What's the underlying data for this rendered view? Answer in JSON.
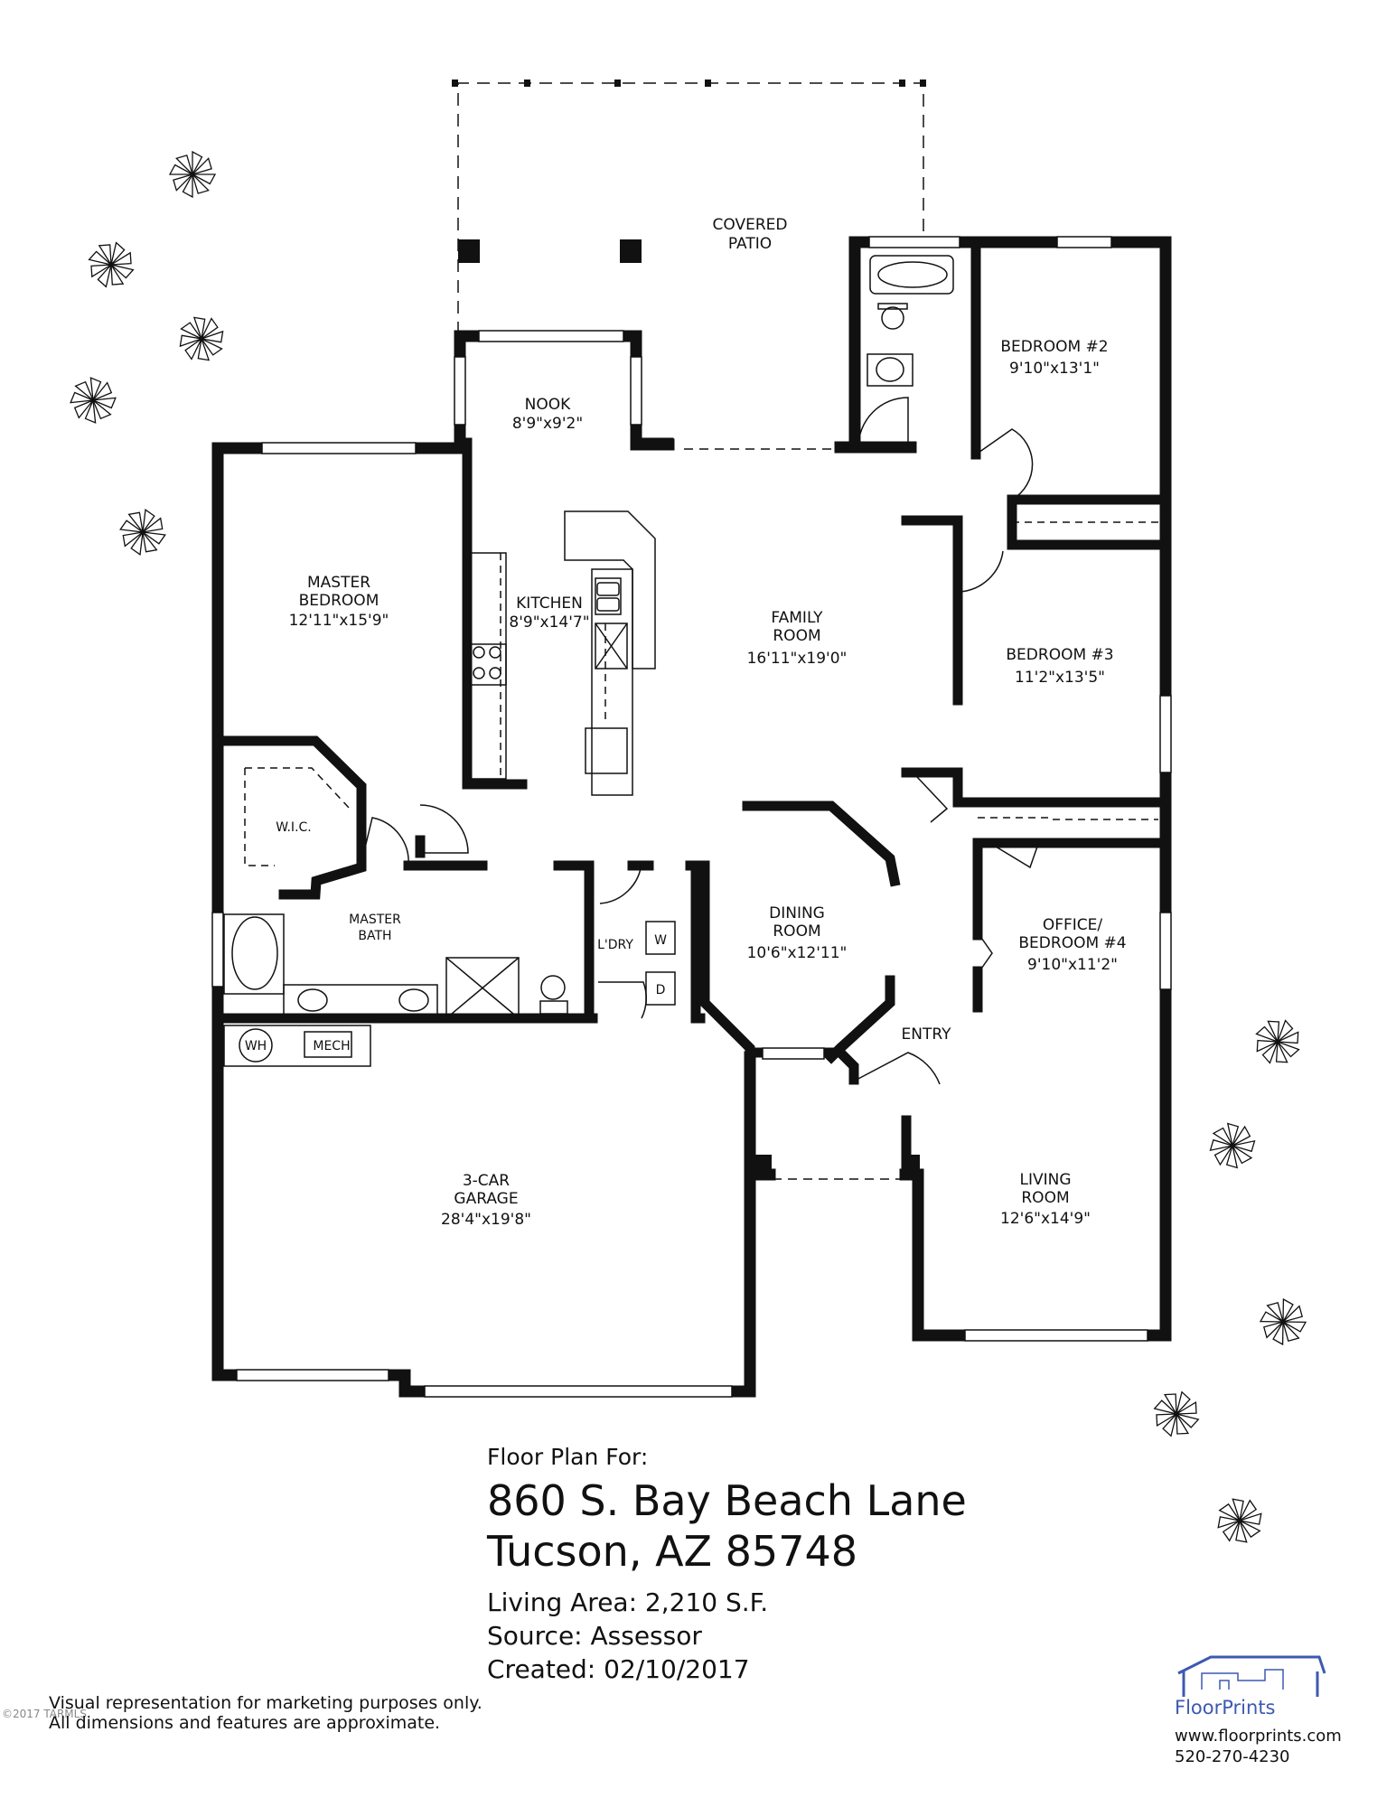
{
  "rooms": {
    "covered_patio": {
      "line1": "COVERED",
      "line2": "PATIO"
    },
    "nook": {
      "name": "NOOK",
      "size": "8'9\"x9'2\""
    },
    "master_bedroom": {
      "line1": "MASTER",
      "line2": "BEDROOM",
      "size": "12'11\"x15'9\""
    },
    "kitchen": {
      "name": "KITCHEN",
      "size": "8'9\"x14'7\""
    },
    "family_room": {
      "line1": "FAMILY",
      "line2": "ROOM",
      "size": "16'11\"x19'0\""
    },
    "bedroom2": {
      "name": "BEDROOM #2",
      "size": "9'10\"x13'1\""
    },
    "bedroom3": {
      "name": "BEDROOM #3",
      "size": "11'2\"x13'5\""
    },
    "wic": {
      "name": "W.I.C."
    },
    "master_bath": {
      "line1": "MASTER",
      "line2": "BATH"
    },
    "laundry": {
      "name": "L'DRY",
      "washer": "W",
      "dryer": "D"
    },
    "dining_room": {
      "line1": "DINING",
      "line2": "ROOM",
      "size": "10'6\"x12'11\""
    },
    "office": {
      "line1": "OFFICE/",
      "line2": "BEDROOM #4",
      "size": "9'10\"x11'2\""
    },
    "entry": {
      "name": "ENTRY"
    },
    "garage": {
      "line1": "3-CAR",
      "line2": "GARAGE",
      "size": "28'4\"x19'8\"",
      "water_heater": "WH",
      "mech": "MECH"
    },
    "living_room": {
      "line1": "LIVING",
      "line2": "ROOM",
      "size": "12'6\"x14'9\""
    }
  },
  "info": {
    "intro": "Floor Plan For:",
    "address_line1": "860 S. Bay Beach Lane",
    "address_line2": "Tucson, AZ 85748",
    "living_area": "Living Area:  2,210 S.F.",
    "source": "Source:  Assessor",
    "created": "Created:  02/10/2017"
  },
  "disclaimer": {
    "line1": "Visual representation for marketing purposes only.",
    "line2": "All dimensions and features are approximate."
  },
  "watermark": "©2017 TARMLS",
  "brand": {
    "name": "FloorPrints",
    "website": "www.floorprints.com",
    "phone": "520-270-4230",
    "color": "#3c5ab0"
  }
}
